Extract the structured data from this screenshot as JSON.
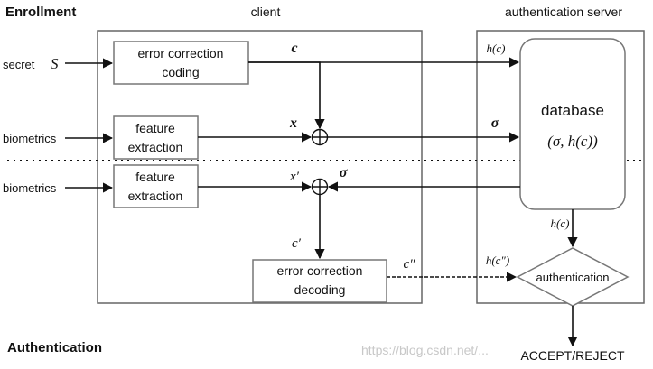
{
  "sections": {
    "enrollment": "Enrollment",
    "authentication": "Authentication",
    "client": "client",
    "server": "authentication server"
  },
  "inputs": {
    "secret": "secret",
    "secret_symbol": "S",
    "biometrics_enroll": "biometrics",
    "biometrics_auth": "biometrics"
  },
  "blocks": {
    "ecc_coding": [
      "error correction",
      "coding"
    ],
    "feature_extraction_enroll": [
      "feature",
      "extraction"
    ],
    "feature_extraction_auth": [
      "feature",
      "extraction"
    ],
    "ecc_decoding": [
      "error correction",
      "decoding"
    ],
    "database": [
      "database",
      "(σ, h(c))"
    ],
    "authentication": "authentication"
  },
  "signals": {
    "c": "c",
    "x": "x",
    "sigma": "σ",
    "h_c_in": "h(c)",
    "x_prime": "x′",
    "sigma_back": "σ",
    "c_prime": "c′",
    "c_double_prime": "c″",
    "h_c_double_prime": "h(c″)",
    "h_c_out": "h(c)"
  },
  "operator": "⊕",
  "output": "ACCEPT/REJECT",
  "watermark": "https://blog.csdn.net/..."
}
